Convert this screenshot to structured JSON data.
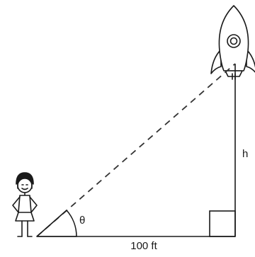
{
  "labels": {
    "angle": "θ",
    "base": "100 ft",
    "height": "h"
  },
  "colors": {
    "stroke": "#1a1a1a",
    "background": "#ffffff"
  },
  "icons": {
    "observer": "woman-figure-icon",
    "target": "rocket-icon"
  }
}
